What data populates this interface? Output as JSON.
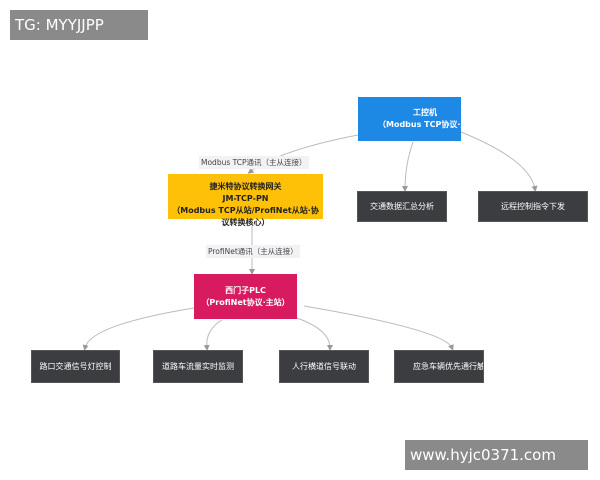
{
  "watermarks": {
    "top_left": "TG: MYYJJPP",
    "bottom_right": "www.hyjc0371.com"
  },
  "nodes": {
    "ipc": {
      "title": "工控机",
      "sub": "（Modbus TCP协议·主站",
      "color": "#1e88e5"
    },
    "gateway": {
      "title": "捷米特协议转换网关",
      "model": "JM-TCP-PN",
      "sub1": "（Modbus TCP从站/ProfiNet从站·协",
      "sub2": "议转换核心）",
      "color": "#ffc107"
    },
    "plc": {
      "title": "西门子PLC",
      "sub": "（ProfiNet协议·主站）",
      "color": "#d81b60"
    },
    "ipc_children": [
      "交通数据汇总分析",
      "远程控制指令下发"
    ],
    "plc_children": [
      "路口交通信号灯控制",
      "道路车流量实时监测",
      "人行横道信号联动",
      "应急车辆优先通行触"
    ]
  },
  "edges": {
    "modbus_label": "Modbus TCP通讯（主从连接）",
    "profinet_label": "ProfiNet通讯（主从连接）"
  }
}
